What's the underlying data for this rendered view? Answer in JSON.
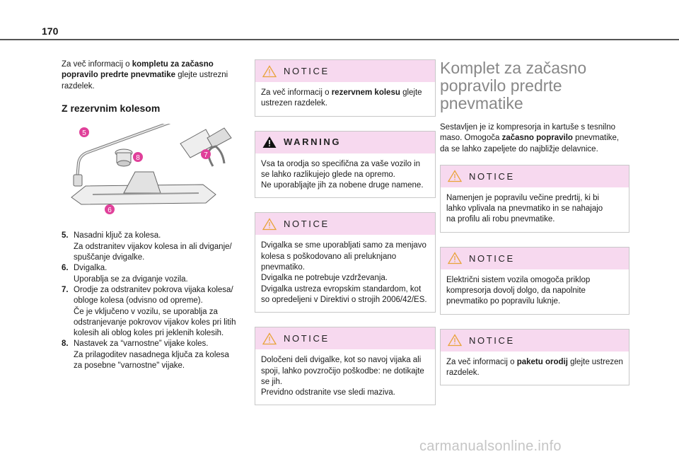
{
  "page_number": "170",
  "col1": {
    "intro": {
      "pre": "Za več informacij o ",
      "bold": "kompletu za začasno popravilo predrte pnevmatike",
      "post": " glejte ustrezni razdelek."
    },
    "subheading": "Z rezervnim kolesom",
    "illustration_labels": [
      "5",
      "6",
      "7",
      "8"
    ],
    "items": [
      {
        "num": "5.",
        "title": "Nasadni ključ za kolesa.",
        "text": "Za odstranitev vijakov kolesa in ali dviganje/\nspuščanje dvigalke."
      },
      {
        "num": "6.",
        "title": "Dvigalka.",
        "text": "Uporablja se za dviganje vozila."
      },
      {
        "num": "7.",
        "title": "Orodje za odstranitev pokrova vijaka kolesa/\nobloge kolesa (odvisno od opreme).",
        "text": "Če je vključeno v vozilu, se uporablja za\nodstranjevanje pokrovov vijakov koles pri litih\nkolesih ali oblog koles pri jeklenih kolesih."
      },
      {
        "num": "8.",
        "title": "Nastavek za “varnostne” vijake koles.",
        "text": "Za prilagoditev nasadnega ključa za kolesa\nza posebne \"varnostne\" vijake."
      }
    ]
  },
  "col2": {
    "boxes": [
      {
        "title": "NOTICE",
        "pre": "Za več informacij o ",
        "bold": "rezervnem kolesu",
        "post": " glejte ustrezen razdelek."
      },
      {
        "title": "WARNING",
        "text": "Vsa ta orodja so specifična za vaše vozilo in\nse lahko razlikujejo glede na opremo.\nNe uporabljajte jih za nobene druge namene."
      },
      {
        "title": "NOTICE",
        "text": "Dvigalka se sme uporabljati samo za menjavo\nkolesa s poškodovano ali preluknjano\npnevmatiko.\nDvigalka ne potrebuje vzdrževanja.\nDvigalka ustreza evropskim standardom, kot\nso opredeljeni v Direktivi o strojih 2006/42/ES."
      },
      {
        "title": "NOTICE",
        "text": "Določeni deli dvigalke, kot so navoj vijaka ali\nspoji, lahko povzročijo poškodbe: ne dotikajte\nse jih.\nPrevidno odstranite vse sledi maziva."
      }
    ]
  },
  "col3": {
    "title": "Komplet za začasno popravilo predrte pnevmatike",
    "intro": {
      "pre": "Sestavljen je iz kompresorja in kartuše s tesnilno maso. Omogoča ",
      "bold": "začasno popravilo",
      "post": " pnevmatike, da se lahko zapeljete do najbližje delavnice."
    },
    "boxes": [
      {
        "title": "NOTICE",
        "text": "Namenjen je popravilu večine predrtij, ki bi\nlahko vplivala na pnevmatiko in se nahajajo\nna profilu ali robu pnevmatike."
      },
      {
        "title": "NOTICE",
        "text": "Električni sistem vozila omogoča priklop\nkompresorja dovolj dolgo, da napolnite\npnevmatiko po popravilu luknje."
      },
      {
        "title": "NOTICE",
        "pre": "Za več informacij o ",
        "bold": "paketu orodij",
        "post": " glejte ustrezen razdelek."
      }
    ]
  },
  "watermark": "carmanualsonline.info",
  "colors": {
    "box_header": "#f7d9ef",
    "label_pink": "#e0409a",
    "title_gray": "#888888"
  },
  "icons": {
    "notice": "caution-outline-triangle-icon",
    "warning": "warning-filled-triangle-icon"
  }
}
